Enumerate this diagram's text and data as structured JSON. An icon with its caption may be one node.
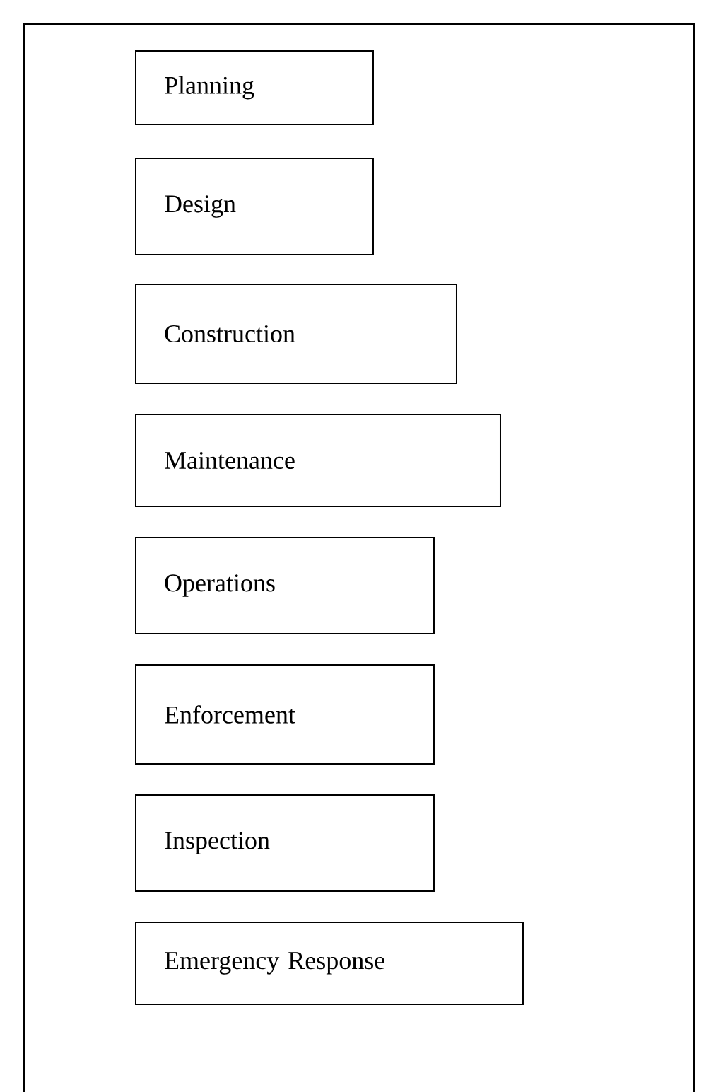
{
  "diagram": {
    "nodes": [
      {
        "text": [],
        "shape": "box"
      },
      {
        "text": [
          "Planning"
        ],
        "in": 0
      },
      {
        "text": [
          "Design"
        ],
        "in": 0
      },
      {
        "text": [
          "Construction"
        ],
        "in": 0
      },
      {
        "text": [
          "Maintenance"
        ],
        "in": 0
      },
      {
        "text": [
          "Operations"
        ],
        "in": 0
      },
      {
        "text": [
          "Enforcement"
        ],
        "in": 0
      },
      {
        "text": [
          "Inspection"
        ],
        "in": 0
      },
      {
        "text": [
          "Emergency Response"
        ],
        "in": 0
      }
    ]
  }
}
